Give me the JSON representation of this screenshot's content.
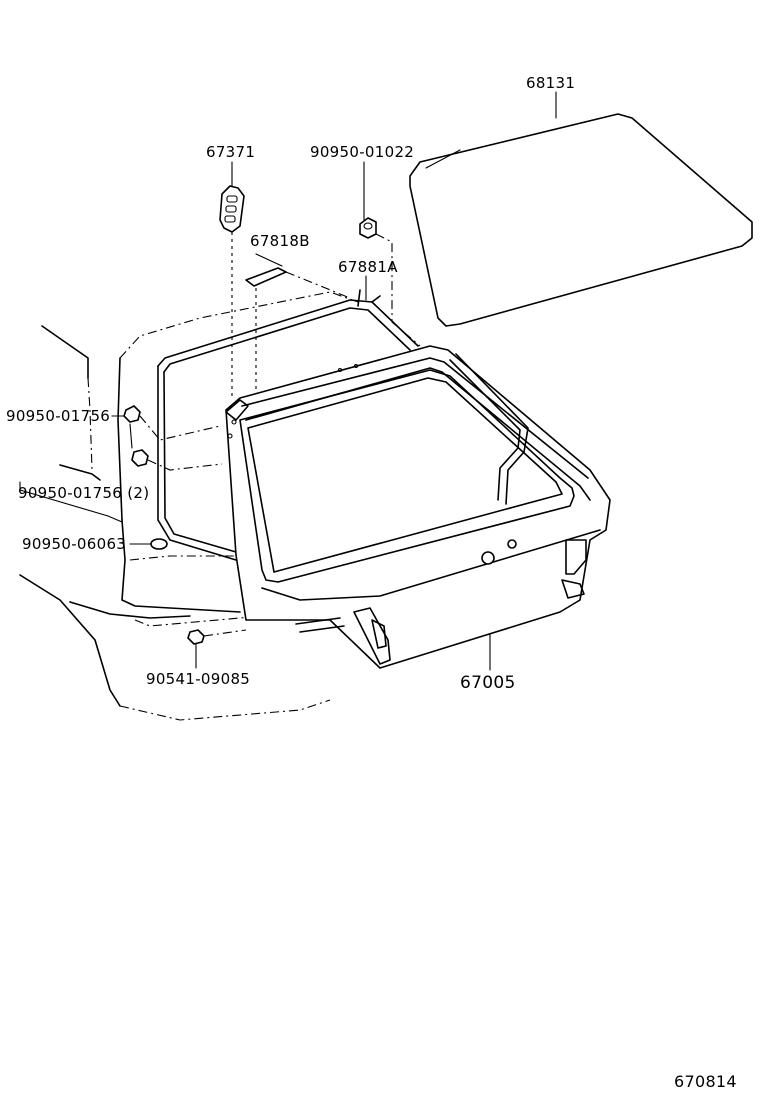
{
  "parts": [
    {
      "id": "glass",
      "number": "68131"
    },
    {
      "id": "stop-lamp",
      "number": "67371"
    },
    {
      "id": "clip-top",
      "number": "90950-01022"
    },
    {
      "id": "pad",
      "number": "67818B"
    },
    {
      "id": "weatherstrip",
      "number": "67881A"
    },
    {
      "id": "grommet-a",
      "number": "90950-01756"
    },
    {
      "id": "grommet-b",
      "number": "90950-01756 (2)"
    },
    {
      "id": "plug",
      "number": "90950-06063"
    },
    {
      "id": "cushion",
      "number": "90541-09085"
    },
    {
      "id": "back-door",
      "number": "67005"
    }
  ],
  "diagram_code": "670814"
}
